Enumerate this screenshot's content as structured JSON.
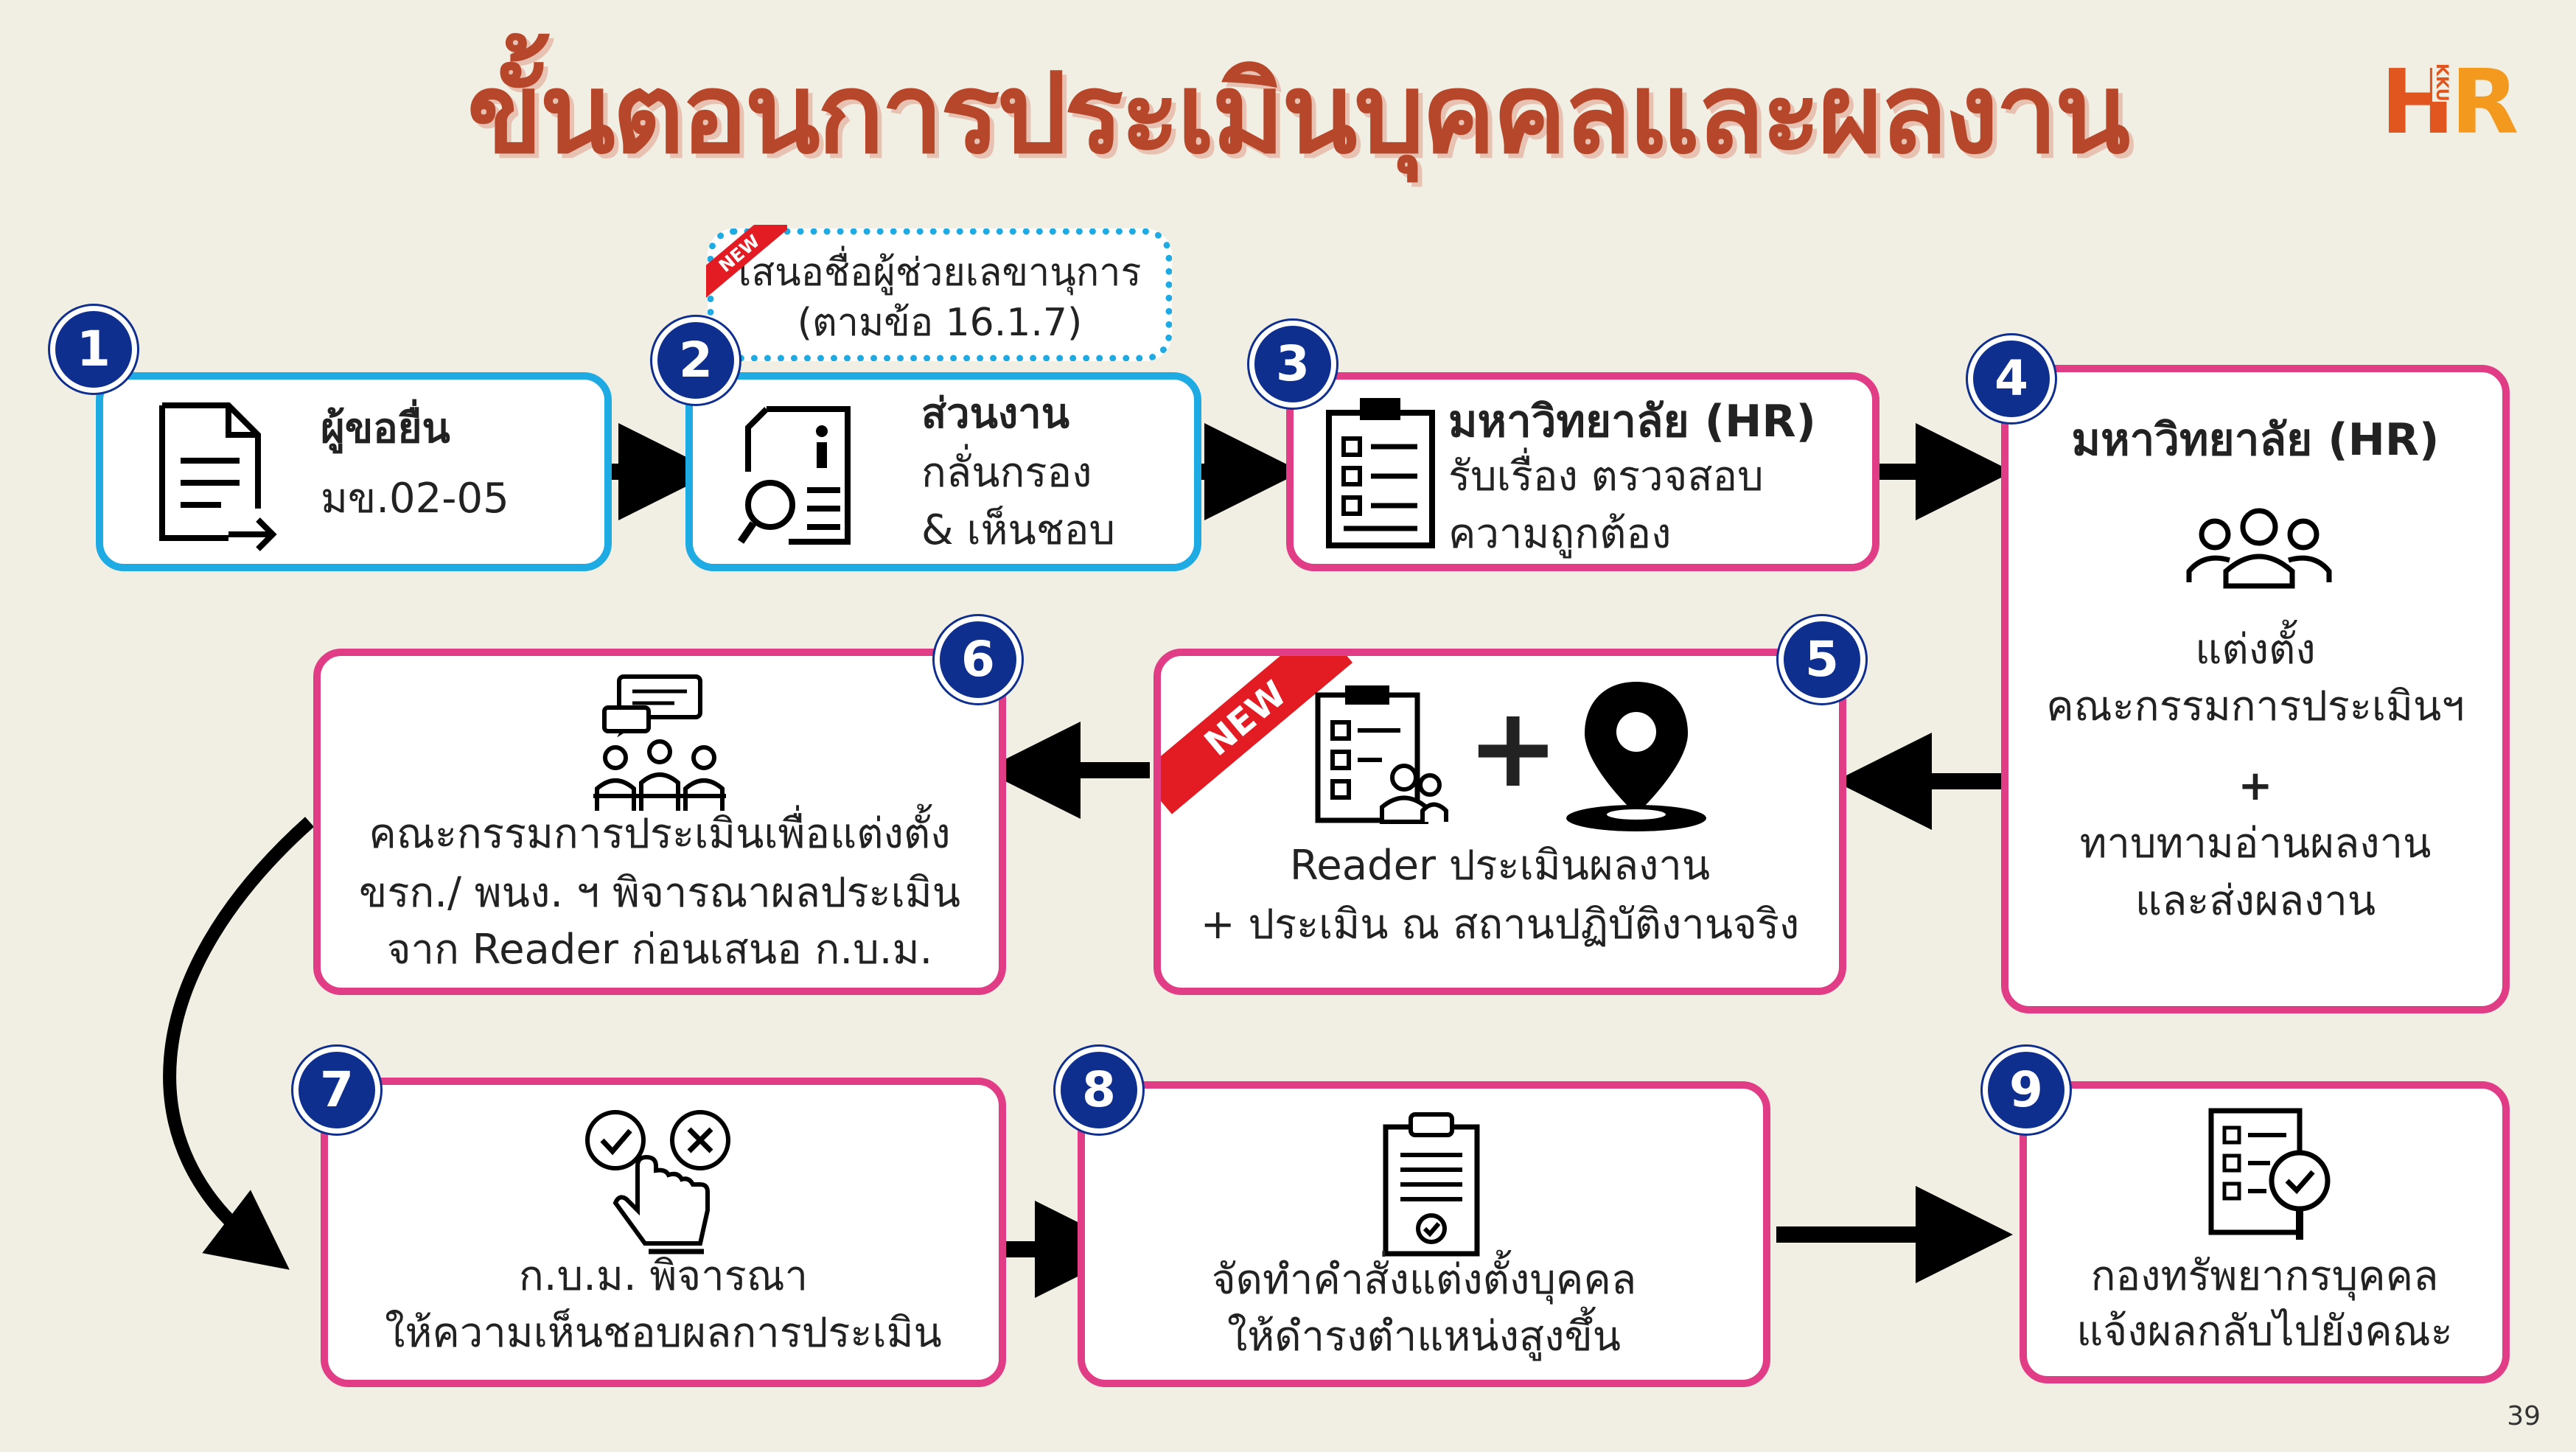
{
  "title": "ขั้นตอนการประเมินบุคคลและผลงาน",
  "logo": {
    "h": "H",
    "r": "R",
    "kku": "KKU"
  },
  "page_number": "39",
  "note": {
    "line1": "เสนอชื่อผู้ช่วยเลขานุการ",
    "line2": "(ตามข้อ 16.1.7)",
    "ribbon": "NEW"
  },
  "steps": [
    {
      "num": "1",
      "title": "ผู้ขอยื่น",
      "line1": "มข.02-05"
    },
    {
      "num": "2",
      "title": "ส่วนงาน",
      "line1": "กลั่นกรอง",
      "line2": "& เห็นชอบ"
    },
    {
      "num": "3",
      "title": "มหาวิทยาลัย (HR)",
      "line1": "รับเรื่อง ตรวจสอบ",
      "line2": "ความถูกต้อง"
    },
    {
      "num": "4",
      "title": "มหาวิทยาลัย (HR)",
      "line1": "แต่งตั้ง",
      "line2": "คณะกรรมการประเมินฯ",
      "plus": "+",
      "line3": "ทาบทามอ่านผลงาน",
      "line4": "และส่งผลงาน"
    },
    {
      "num": "5",
      "ribbon": "NEW",
      "plus": "+",
      "line1": "Reader ประเมินผลงาน",
      "line2": "+ ประเมิน ณ สถานปฏิบัติงานจริง"
    },
    {
      "num": "6",
      "line1": "คณะกรรมการประเมินเพื่อแต่งตั้ง",
      "line2": "ขรก./ พนง. ฯ พิจารณาผลประเมิน",
      "line3": "จาก Reader ก่อนเสนอ ก.บ.ม."
    },
    {
      "num": "7",
      "line1": "ก.บ.ม. พิจารณา",
      "line2": "ให้ความเห็นชอบผลการประเมิน"
    },
    {
      "num": "8",
      "line1": "จัดทำคำสั่งแต่งตั้งบุคคล",
      "line2": "ให้ดำรงตำแหน่งสูงขึ้น"
    },
    {
      "num": "9",
      "line1": "กองทรัพยากรบุคคล",
      "line2": "แจ้งผลกลับไปยังคณะ"
    }
  ]
}
